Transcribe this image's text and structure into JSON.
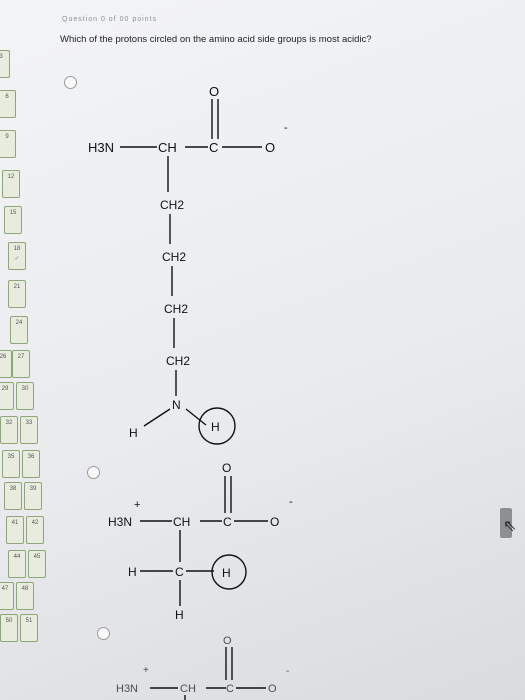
{
  "question": {
    "header": "Question 0 of 00 points",
    "prompt": "Which of the protons circled on the amino acid side groups is most acidic?"
  },
  "nav_numbers": [
    "3",
    "6",
    "9",
    "12",
    "15",
    "18",
    "21",
    "24",
    "26",
    "27",
    "29",
    "30",
    "32",
    "33",
    "35",
    "36",
    "38",
    "39",
    "41",
    "42",
    "44",
    "45",
    "47",
    "48",
    "50",
    "51"
  ],
  "labels": {
    "H3N": "H3N",
    "CH": "CH",
    "C": "C",
    "O": "O",
    "neg": "-",
    "plus": "+",
    "CH2": "CH2",
    "N": "N",
    "H": "H"
  },
  "colors": {
    "tile_border": "#8fa57a",
    "tile_bg": "#e7ecdf",
    "ink": "#111111"
  },
  "icons": {
    "radio": "radio-button-icon",
    "cursor": "pointer-cursor-icon"
  }
}
